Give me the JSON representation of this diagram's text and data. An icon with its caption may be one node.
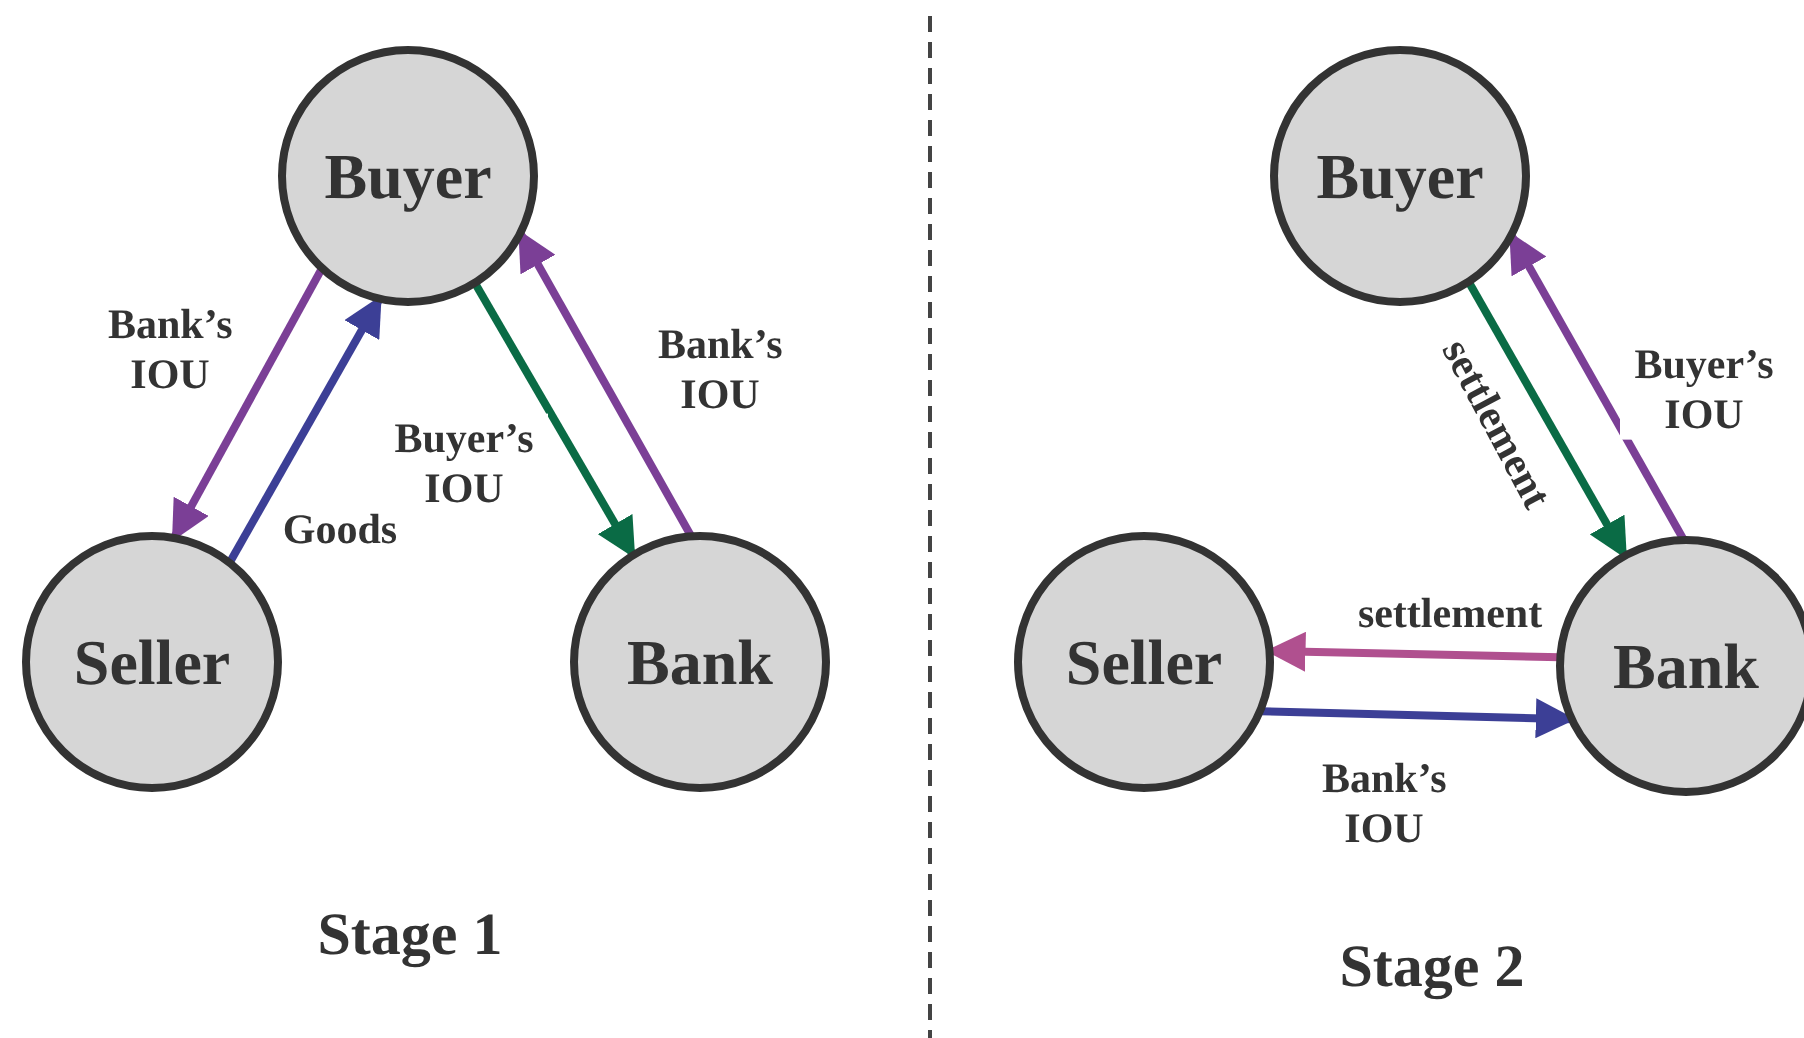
{
  "diagram": {
    "nodes": [
      {
        "text": [
          "Buyer"
        ]
      },
      {
        "text": [
          "Seller"
        ]
      },
      {
        "text": [
          "Bank"
        ]
      },
      {
        "text": [
          "Buyer"
        ]
      },
      {
        "text": [
          "Seller"
        ]
      },
      {
        "text": [
          "Bank"
        ]
      }
    ],
    "edges": [
      {
        "from": 0,
        "to": 1,
        "arrow": "to",
        "label": "Bank’s IOU",
        "color": "#7b3f96"
      },
      {
        "from": 1,
        "to": 0,
        "arrow": "to",
        "label": "Goods",
        "color": "#3c3f96"
      },
      {
        "from": 0,
        "to": 2,
        "arrow": "to",
        "label": "Buyer’s IOU",
        "color": "#0a6b45"
      },
      {
        "from": 2,
        "to": 0,
        "arrow": "to",
        "label": "Bank’s IOU",
        "color": "#7b3f96"
      },
      {
        "from": 3,
        "to": 5,
        "arrow": "to",
        "label": "settlement",
        "color": "#0a6b45"
      },
      {
        "from": 5,
        "to": 3,
        "arrow": "to",
        "label": "Buyer’s IOU",
        "color": "#7b3f96"
      },
      {
        "from": 5,
        "to": 4,
        "arrow": "to",
        "label": "settlement",
        "color": "#b0508f"
      },
      {
        "from": 4,
        "to": 5,
        "arrow": "to",
        "label": "Bank’s IOU",
        "color": "#3c3f96"
      }
    ],
    "labels": [
      "Stage 1",
      "Stage 2"
    ]
  }
}
